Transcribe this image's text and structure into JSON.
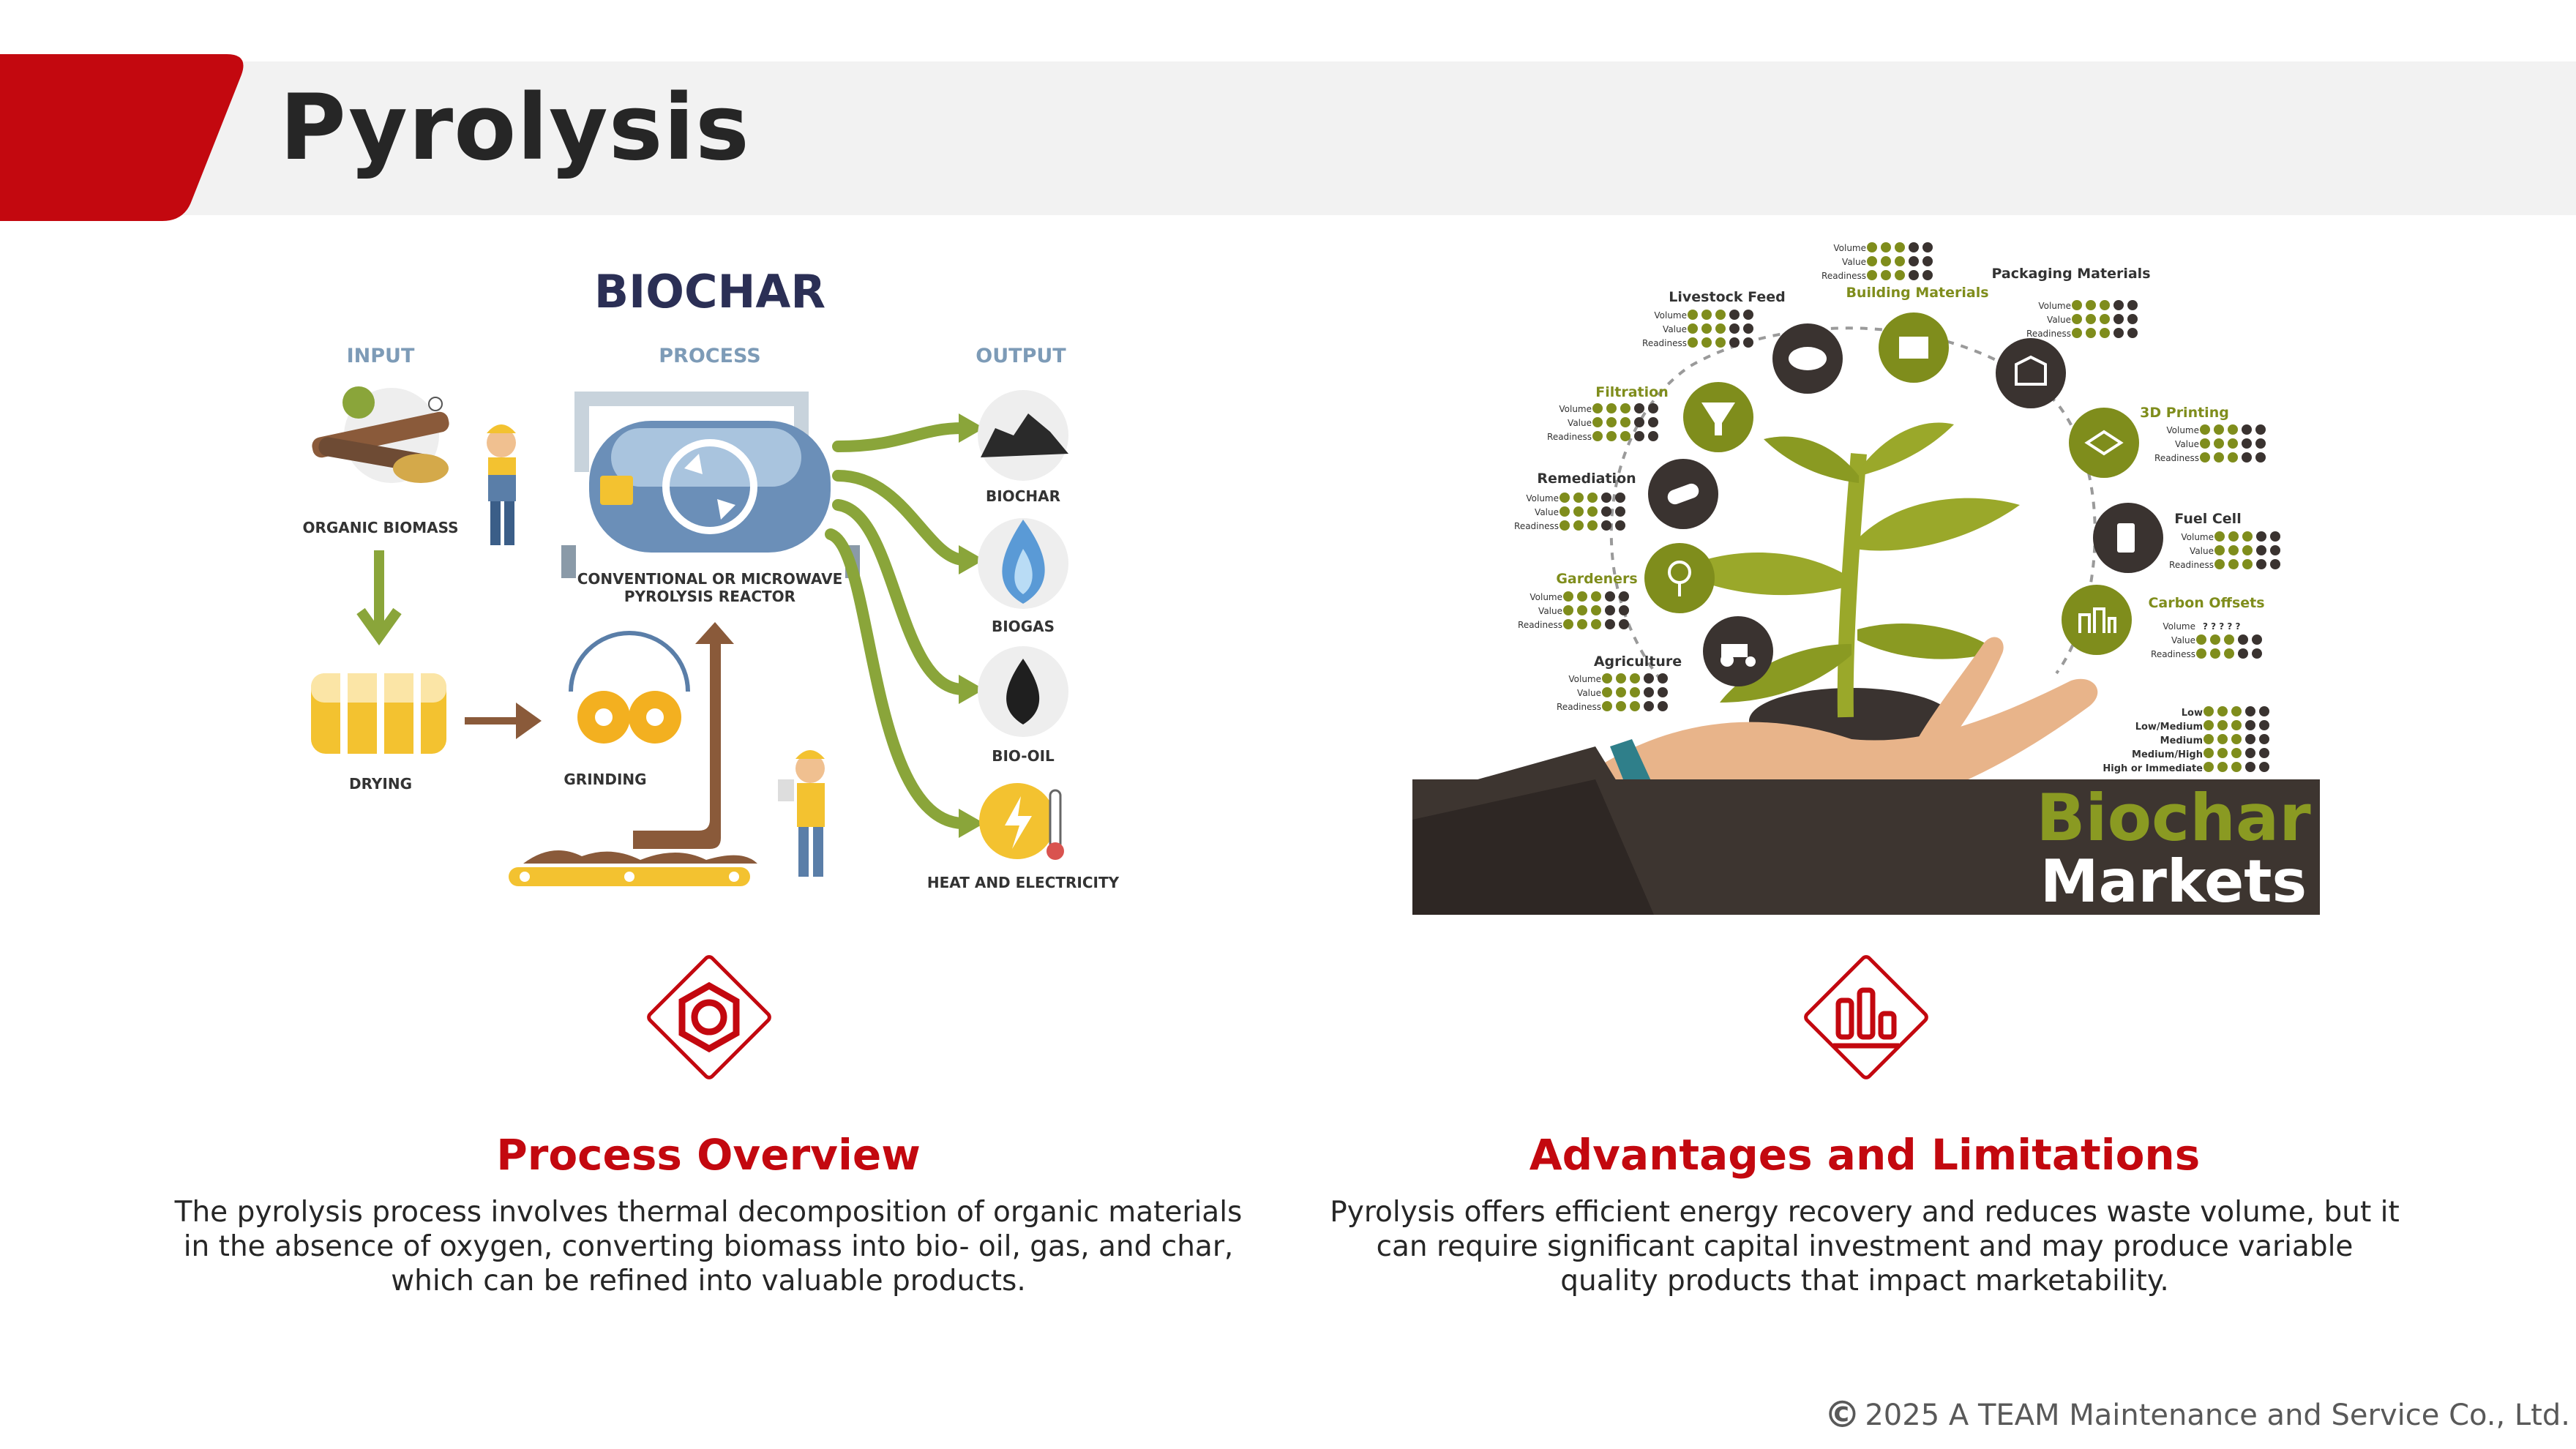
{
  "header": {
    "title": "Pyrolysis"
  },
  "left_illustration": {
    "title": "BIOCHAR",
    "col_input": "INPUT",
    "col_process": "PROCESS",
    "col_output": "OUTPUT",
    "organic_biomass": "ORGANIC BIOMASS",
    "drying": "DRYING",
    "grinding": "GRINDING",
    "reactor_line1": "CONVENTIONAL OR MICROWAVE",
    "reactor_line2": "PYROLYSIS REACTOR",
    "out_biochar": "BIOCHAR",
    "out_biogas": "BIOGAS",
    "out_biooil": "BIO-OIL",
    "out_heat": "HEAT AND ELECTRICITY"
  },
  "right_illustration": {
    "banner_line1": "Biochar",
    "banner_line2": "Markets",
    "metric_volume": "Volume",
    "metric_value": "Value",
    "metric_readiness": "Readiness",
    "markets": [
      "Livestock Feed",
      "Building Materials",
      "Packaging Materials",
      "Filtration",
      "3D Printing",
      "Remediation",
      "Fuel Cell",
      "Gardeners",
      "Carbon Offsets",
      "Agriculture"
    ],
    "question_marks": "? ? ? ? ?",
    "legend": [
      "Low",
      "Low/Medium",
      "Medium",
      "Medium/High",
      "High or Immediate"
    ],
    "colors": {
      "olive": "#7f8d1c",
      "dark": "#3a3330",
      "brown_banner": "#3d3530"
    }
  },
  "sections": [
    {
      "icon": "hexagon-nut-icon",
      "title": "Process Overview",
      "body": [
        "The pyrolysis process involves thermal decomposition of organic materials",
        "in the absence of oxygen, converting biomass into bio- oil, gas, and char,",
        "which can be refined into valuable products."
      ]
    },
    {
      "icon": "bar-chart-icon",
      "title": "Advantages and Limitations",
      "body": [
        "Pyrolysis offers efficient energy recovery and reduces waste volume, but it",
        "can require significant capital investment and may produce variable",
        "quality products that impact marketability."
      ]
    }
  ],
  "footer": {
    "copyright_symbol": "©",
    "text": "2025 A TEAM Maintenance and Service Co., Ltd."
  },
  "colors": {
    "accent_red": "#c3080f",
    "header_band": "#f2f2f2",
    "text": "#262626"
  }
}
